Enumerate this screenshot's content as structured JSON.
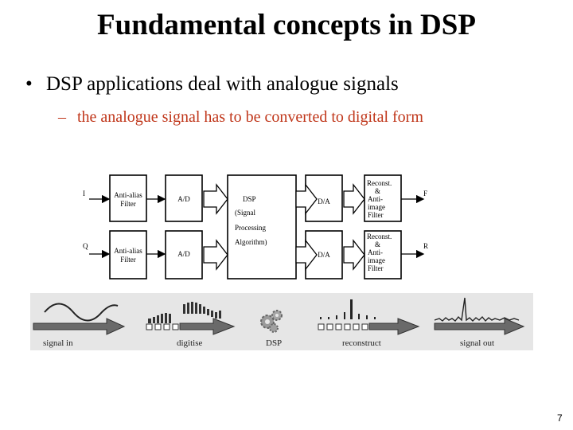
{
  "slide": {
    "title": "Fundamental concepts in DSP",
    "bullet": "DSP applications deal with analogue signals",
    "bullet_marker": "•",
    "subbullet": "the analogue signal has to be converted to digital form",
    "subbullet_marker": "–",
    "page_number": "7"
  },
  "block_diagram": {
    "inputs": [
      "I",
      "Q"
    ],
    "outputs": [
      "F",
      "R"
    ],
    "anti_alias": [
      "Anti-alias",
      "Filter"
    ],
    "ad": "A/D",
    "dsp_lines": [
      "DSP",
      "(Signal",
      "Processing",
      "Algorithm)"
    ],
    "da": "D/A",
    "reconst_lines": [
      "Reconst.",
      "&",
      "Anti-",
      "image",
      "Filter"
    ]
  },
  "signal_strip": {
    "stages": [
      "signal in",
      "digitise",
      "DSP",
      "reconstruct",
      "signal out"
    ]
  },
  "colors": {
    "subbullet": "#c0371b",
    "strip_background": "#e6e6e6"
  }
}
